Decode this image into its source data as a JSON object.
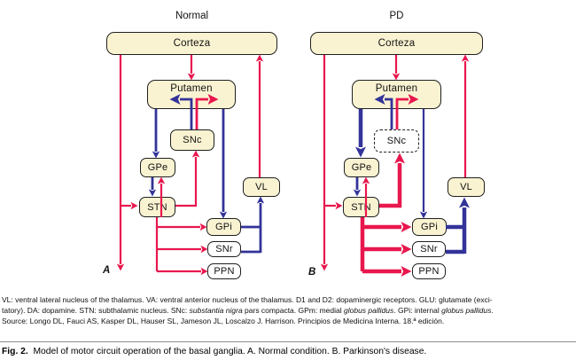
{
  "diagram": {
    "panel_a": {
      "title": "Normal",
      "corner_label": "A"
    },
    "panel_b": {
      "title": "PD",
      "corner_label": "B"
    },
    "nodes": {
      "cortex": "Corteza",
      "putamen": "Putamen",
      "snc": "SNc",
      "gpe": "GPe",
      "stn": "STN",
      "vl": "VL",
      "gpi": "GPi",
      "snr": "SNr",
      "ppn": "PPN"
    }
  },
  "colors": {
    "excitatory": "#e8174e",
    "inhibitory": "#333399",
    "node_fill": "#faf3d2",
    "node_border": "#1f1f1f"
  },
  "legend": {
    "line1": "VL: ventral lateral nucleus of the thalamus. VA: ventral anterior nucleus of the thalamus. D1 and D2: dopaminergic receptors. GLU: glutamate (exci-",
    "line2": {
      "s1": "tatory). DA: dopamine. STN: subthalamic nucleus. SNc: ",
      "i1": "substantia nigra",
      "s2": " pars compacta. GPm: medial ",
      "i2": "globus pallidus",
      "s3": ". GPi: internal ",
      "i3": "globus pallidus",
      "s4": "."
    },
    "line3": "Source: Longo DL, Fauci AS, Kasper DL, Hauser SL, Jameson JL, Loscalzo J. Harrison. Principios de Medicina Interna. 18.ª edición."
  },
  "figcaption": {
    "label": "Fig. 2.",
    "text": "  Model of motor circuit operation of the basal ganglia. A. Normal condition. B. Parkinson's disease."
  }
}
